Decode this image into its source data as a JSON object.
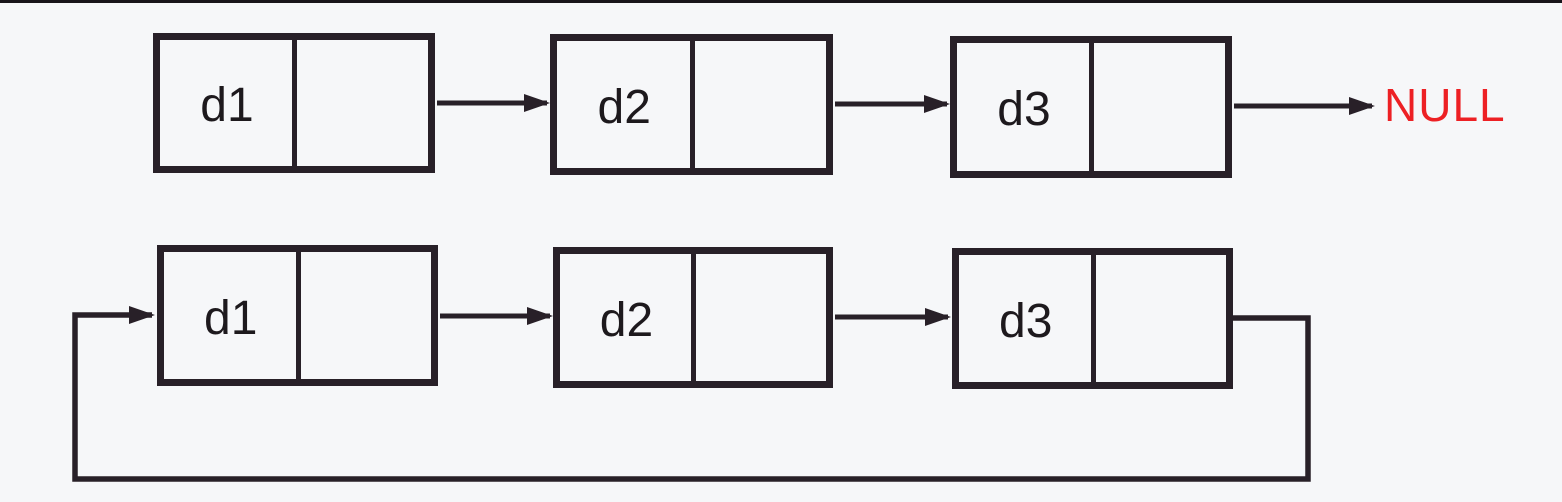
{
  "colors": {
    "background": "#f6f7f9",
    "line": "#282028",
    "label_text": "#1d191d",
    "null_text": "#ed2024"
  },
  "list1": {
    "nodes": [
      "d1",
      "d2",
      "d3"
    ],
    "terminator": "NULL"
  },
  "list2": {
    "nodes": [
      "d1",
      "d2",
      "d3"
    ]
  }
}
